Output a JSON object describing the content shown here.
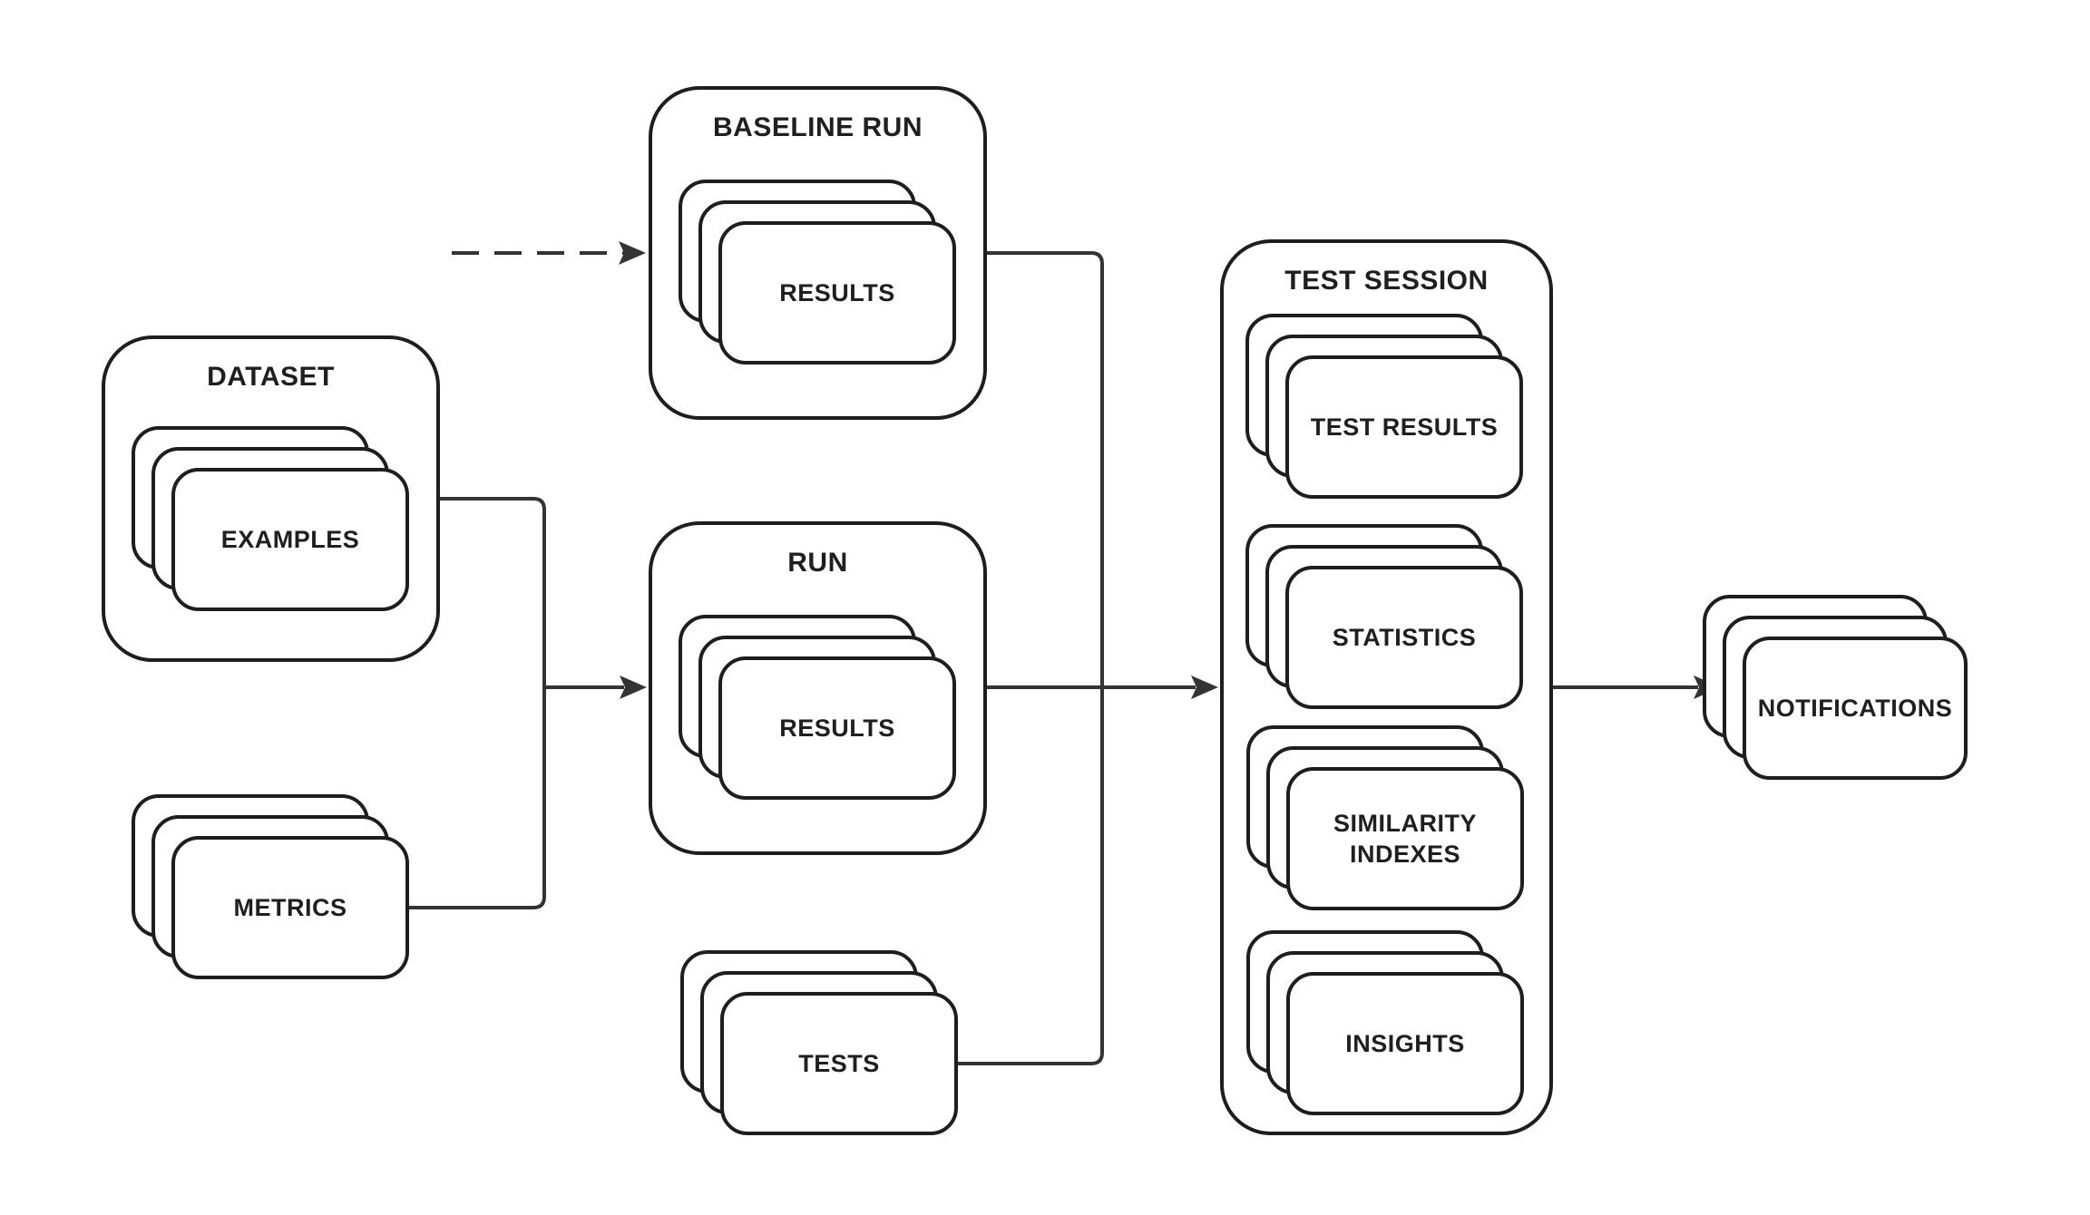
{
  "diagram": {
    "background": "#ffffff",
    "shape_stroke": "#1e1e1e",
    "connector_stroke": "#343434",
    "text_color": "#1f1f1f",
    "containers": {
      "dataset": {
        "label": "DATASET"
      },
      "baseline_run": {
        "label": "BASELINE RUN"
      },
      "run": {
        "label": "RUN"
      },
      "test_session": {
        "label": "TEST SESSION"
      }
    },
    "stacks": {
      "examples": {
        "label": "EXAMPLES"
      },
      "metrics": {
        "label": "METRICS"
      },
      "baseline_results": {
        "label": "RESULTS"
      },
      "run_results": {
        "label": "RESULTS"
      },
      "tests": {
        "label": "TESTS"
      },
      "test_results": {
        "label": "TEST RESULTS"
      },
      "statistics": {
        "label": "STATISTICS"
      },
      "similarity_indexes": {
        "label": "SIMILARITY INDEXES"
      },
      "insights": {
        "label": "INSIGHTS"
      },
      "notifications": {
        "label": "NOTIFICATIONS"
      }
    },
    "edges": [
      {
        "from": "external",
        "to": "baseline_run",
        "style": "dashed"
      },
      {
        "from": "dataset",
        "to": "run-merge",
        "style": "solid"
      },
      {
        "from": "metrics",
        "to": "run-merge",
        "style": "solid"
      },
      {
        "from": "run-merge",
        "to": "run",
        "style": "solid-arrow"
      },
      {
        "from": "baseline_run",
        "to": "test-session-merge",
        "style": "solid"
      },
      {
        "from": "tests",
        "to": "test-session-merge",
        "style": "solid"
      },
      {
        "from": "run",
        "to": "test_session",
        "style": "solid-arrow"
      },
      {
        "from": "test_session",
        "to": "notifications",
        "style": "solid-arrow"
      }
    ]
  }
}
